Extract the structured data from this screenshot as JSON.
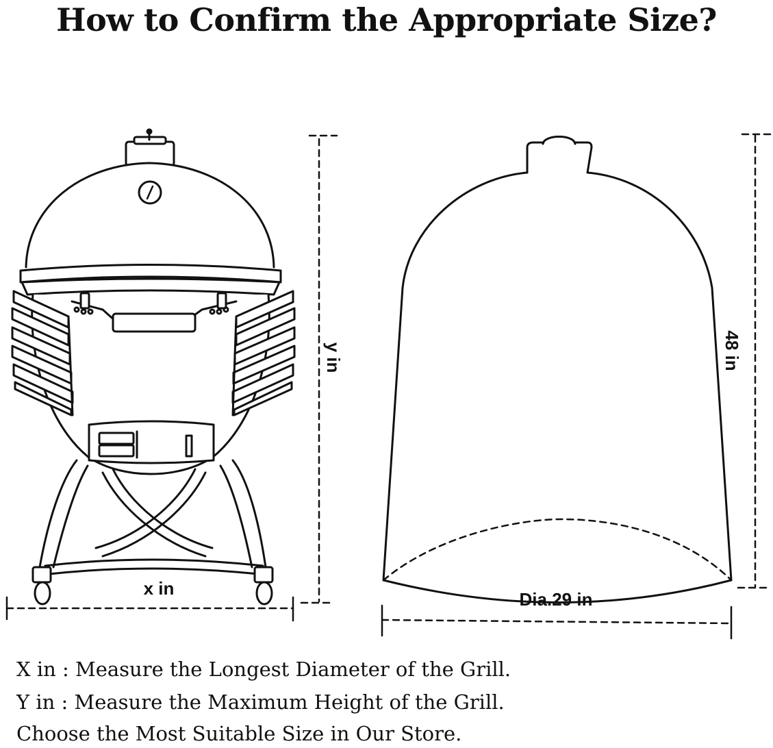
{
  "title": "How to Confirm the Appropriate Size?",
  "grill": {
    "width_label": "x in",
    "height_label": "y in"
  },
  "cover": {
    "diameter_label": "Dia.29 in",
    "height_label": "48 in"
  },
  "notes": [
    "X in : Measure the Longest Diameter of the Grill.",
    "Y in : Measure the Maximum Height of the Grill.",
    "Choose the Most Suitable Size in Our Store."
  ]
}
